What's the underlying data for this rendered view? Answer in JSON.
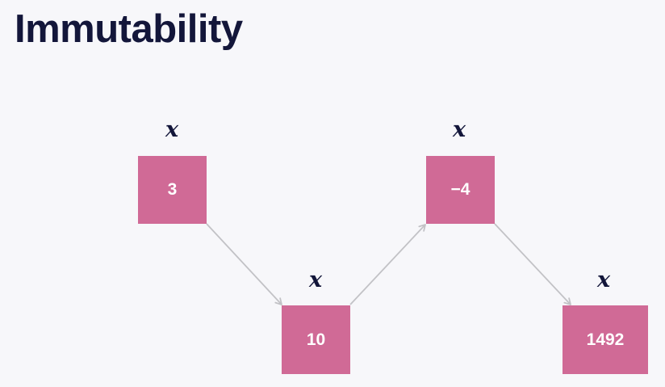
{
  "title": "Immutability",
  "variable_name": "x",
  "values": [
    "3",
    "10",
    "−4",
    "1492"
  ],
  "colors": {
    "title": "#13163a",
    "box_fill": "#d06a96",
    "box_text": "#ffffff",
    "arrow": "#c2c2c6",
    "background": "#f7f7fa"
  }
}
